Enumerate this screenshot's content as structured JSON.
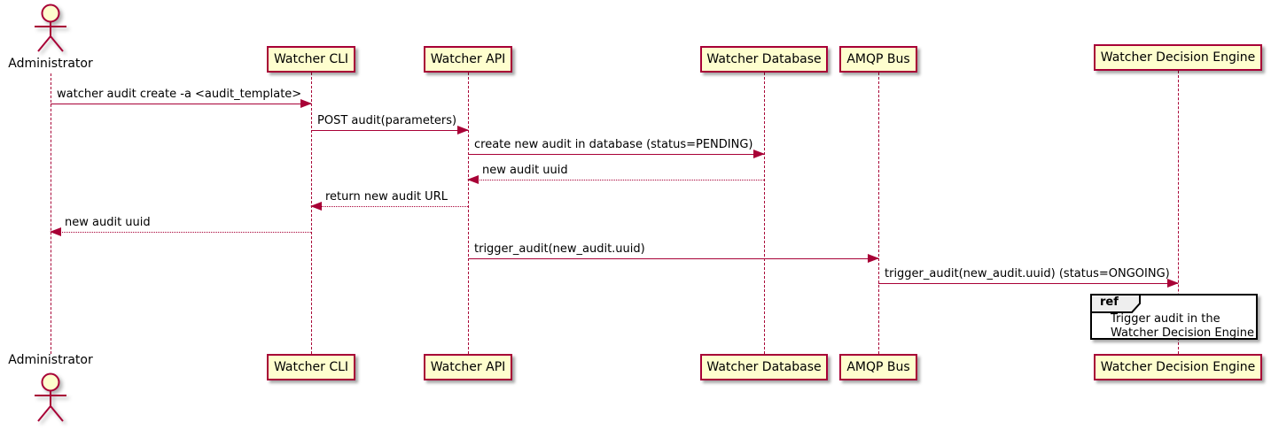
{
  "diagram_type": "uml-sequence",
  "colors": {
    "accent": "#A80036",
    "participant_fill": "#FEFECE",
    "participant_border": "#A80036",
    "lifeline": "#A80036",
    "arrow": "#A80036",
    "actor_head_fill": "#FEFECE",
    "ref_border": "#000000",
    "ref_header_fill": "#EEEEEE",
    "text": "#000000",
    "background": "#FFFFFF"
  },
  "actor": {
    "label": "Administrator"
  },
  "participants": [
    {
      "label": "Watcher CLI"
    },
    {
      "label": "Watcher API"
    },
    {
      "label": "Watcher Database"
    },
    {
      "label": "AMQP Bus"
    },
    {
      "label": "Watcher Decision Engine"
    }
  ],
  "messages": [
    {
      "from": "Administrator",
      "to": "Watcher CLI",
      "style": "solid",
      "direction": "right",
      "label": "watcher audit create -a <audit_template>"
    },
    {
      "from": "Watcher CLI",
      "to": "Watcher API",
      "style": "solid",
      "direction": "right",
      "label": "POST audit(parameters)"
    },
    {
      "from": "Watcher API",
      "to": "Watcher Database",
      "style": "solid",
      "direction": "right",
      "label": "create new audit in database (status=PENDING)"
    },
    {
      "from": "Watcher Database",
      "to": "Watcher API",
      "style": "dotted",
      "direction": "left",
      "label": "new audit uuid"
    },
    {
      "from": "Watcher API",
      "to": "Watcher CLI",
      "style": "dotted",
      "direction": "left",
      "label": "return new audit URL"
    },
    {
      "from": "Watcher CLI",
      "to": "Administrator",
      "style": "dotted",
      "direction": "left",
      "label": "new audit uuid"
    },
    {
      "from": "Watcher API",
      "to": "AMQP Bus",
      "style": "solid",
      "direction": "right",
      "label": "trigger_audit(new_audit.uuid)"
    },
    {
      "from": "AMQP Bus",
      "to": "Watcher Decision Engine",
      "style": "solid",
      "direction": "right",
      "label": "trigger_audit(new_audit.uuid) (status=ONGOING)"
    }
  ],
  "ref": {
    "keyword": "ref",
    "line1": "Trigger audit in the",
    "line2": "Watcher Decision Engine"
  }
}
